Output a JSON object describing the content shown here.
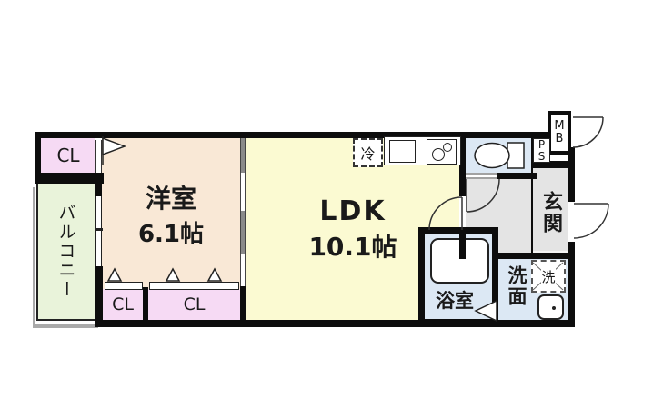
{
  "floorplan": {
    "rooms": {
      "closet_top": "CL",
      "balcony": "バルコニー",
      "western_room_name": "洋室",
      "western_room_size": "6.1帖",
      "ldk_name": "LDK",
      "ldk_size": "10.1帖",
      "closet_bottom_left": "CL",
      "closet_bottom_right": "CL",
      "bathroom": "浴室",
      "washroom": "洗面",
      "entrance": "玄関"
    },
    "fixtures": {
      "refrigerator": "冷",
      "washing_machine": "洗",
      "meter_box": "MB",
      "pipe_shaft": "PS"
    },
    "colors": {
      "closet_pink": "#f6daf4",
      "western_room_peach": "#f9e8d6",
      "ldk_yellow": "#fbfad2",
      "balcony_green": "#e9f3da",
      "wet_area_blue": "#dce8f4",
      "entrance_gray": "#e4e4e4",
      "wall_black": "#0d0d0d"
    }
  }
}
